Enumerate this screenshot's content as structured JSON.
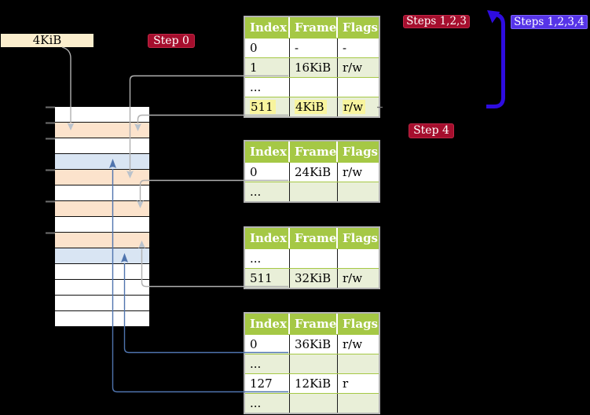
{
  "diagram_title": "4-level page table translation with recursive mapping",
  "colors": {
    "background": "#000000",
    "table_header_green": "#a5c845",
    "table_row_green": "#e9efd8",
    "highlight_yellow": "#f8f49e",
    "memory_frame_peach": "#fce3cc",
    "memory_frame_blue": "#d9e5f3",
    "frame_label_cream": "#fbeecd",
    "badge_crimson": "#a50e2d",
    "badge_blue_violet": "#5634e8",
    "recursive_arrow_blue": "#2e0ce0",
    "connector_gray": "#b0b0b0",
    "connector_steel_blue": "#4f74ae"
  },
  "memory_column": {
    "frame_size_label": "4KiB",
    "rows": [
      {
        "kind": "plain"
      },
      {
        "kind": "page-table-frame"
      },
      {
        "kind": "plain"
      },
      {
        "kind": "mapped-frame"
      },
      {
        "kind": "page-table-frame"
      },
      {
        "kind": "plain"
      },
      {
        "kind": "page-table-frame"
      },
      {
        "kind": "plain"
      },
      {
        "kind": "page-table-frame"
      },
      {
        "kind": "mapped-frame"
      },
      {
        "kind": "plain"
      },
      {
        "kind": "plain"
      },
      {
        "kind": "plain"
      },
      {
        "kind": "plain"
      }
    ]
  },
  "badges": {
    "step0": {
      "label": "Step 0"
    },
    "steps123": {
      "label": "Steps 1,2,3"
    },
    "steps1234": {
      "label": "Steps 1,2,3,4"
    },
    "step4": {
      "label": "Step 4"
    }
  },
  "tables": {
    "headers": [
      "Index",
      "Frame",
      "Flags"
    ],
    "level4": {
      "rows": [
        {
          "cells": [
            "0",
            "-",
            "-"
          ]
        },
        {
          "cells": [
            "1",
            "16KiB",
            "r/w"
          ]
        },
        {
          "cells": [
            "...",
            "",
            ""
          ]
        },
        {
          "cells": [
            "511",
            "4KiB",
            "r/w"
          ],
          "highlight": true
        }
      ]
    },
    "level3": {
      "rows": [
        {
          "cells": [
            "0",
            "24KiB",
            "r/w"
          ]
        },
        {
          "cells": [
            "...",
            "",
            ""
          ]
        }
      ]
    },
    "level2": {
      "rows": [
        {
          "cells": [
            "...",
            "",
            ""
          ]
        },
        {
          "cells": [
            "511",
            "32KiB",
            "r/w"
          ]
        }
      ]
    },
    "level1": {
      "rows": [
        {
          "cells": [
            "0",
            "36KiB",
            "r/w"
          ]
        },
        {
          "cells": [
            "...",
            "",
            ""
          ]
        },
        {
          "cells": [
            "127",
            "12KiB",
            "r"
          ]
        },
        {
          "cells": [
            "...",
            "",
            ""
          ]
        }
      ]
    }
  }
}
